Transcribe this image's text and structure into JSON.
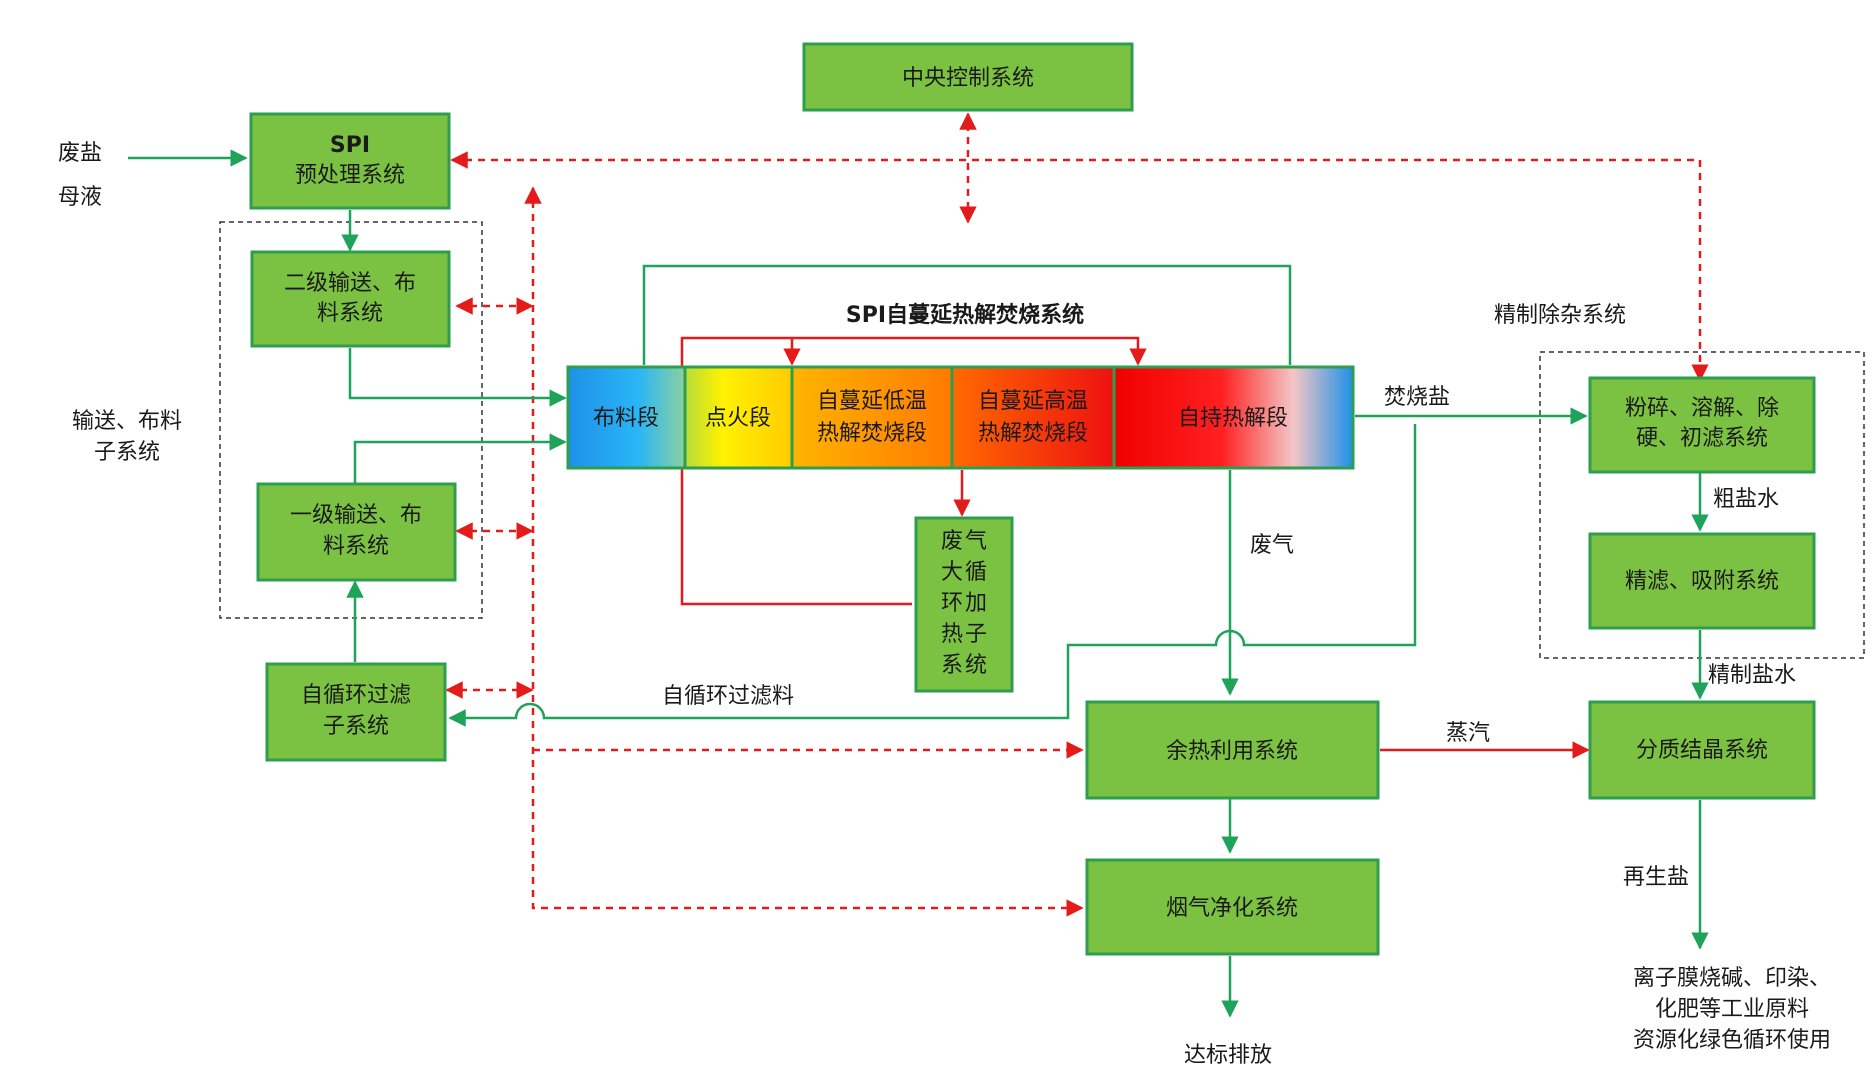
{
  "nodes": {
    "central_control": "中央控制系统",
    "spi_pre_1": "SPI",
    "spi_pre_2": "预处理系统",
    "conv2_1": "二级输送、布",
    "conv2_2": "料系统",
    "conv1_1": "一级输送、布",
    "conv1_2": "料系统",
    "filter_1": "自循环过滤",
    "filter_2": "子系统",
    "exhaust_1": "废",
    "exhaust_2": "气",
    "exhaust_3": "大",
    "exhaust_4": "循",
    "exhaust_5": "环",
    "exhaust_6": "加",
    "exhaust_7": "热",
    "exhaust_8": "子",
    "exhaust_9": "系",
    "exhaust_10": "统",
    "heat_recovery": "余热利用系统",
    "flue_gas": "烟气净化系统",
    "crusher_1": "粉碎、溶解、除",
    "crusher_2": "硬、初滤系统",
    "fine_filter": "精滤、吸附系统",
    "crystal": "分质结晶系统"
  },
  "segments": {
    "feed": "布料段",
    "ignite": "点火段",
    "low_1": "自蔓延低温",
    "low_2": "热解焚烧段",
    "high_1": "自蔓延高温",
    "high_2": "热解焚烧段",
    "self": "自持热解段"
  },
  "labels": {
    "waste_salt": "废盐",
    "mother_liquor": "母液",
    "conveying_subsystem_1": "输送、布料",
    "conveying_subsystem_2": "子系统",
    "spi_system_title": "SPI自蔓延热解焚烧系统",
    "refine_title": "精制除杂系统",
    "incinerated_salt": "焚烧盐",
    "exhaust_gas": "废气",
    "crude_brine": "粗盐水",
    "refined_brine": "精制盐水",
    "steam": "蒸汽",
    "recycled_filter": "自循环过滤料",
    "regenerated_salt": "再生盐",
    "discharge": "达标排放",
    "use_1": "离子膜烧碱、印染、",
    "use_2": "化肥等工业原料",
    "use_3": "资源化绿色循环使用"
  },
  "colors": {
    "box_fill": "#7cc242",
    "box_stroke": "#2e9e4e",
    "flow_green": "#1fa35a",
    "control_red": "#e31b1b",
    "dashed_border": "#333333"
  }
}
